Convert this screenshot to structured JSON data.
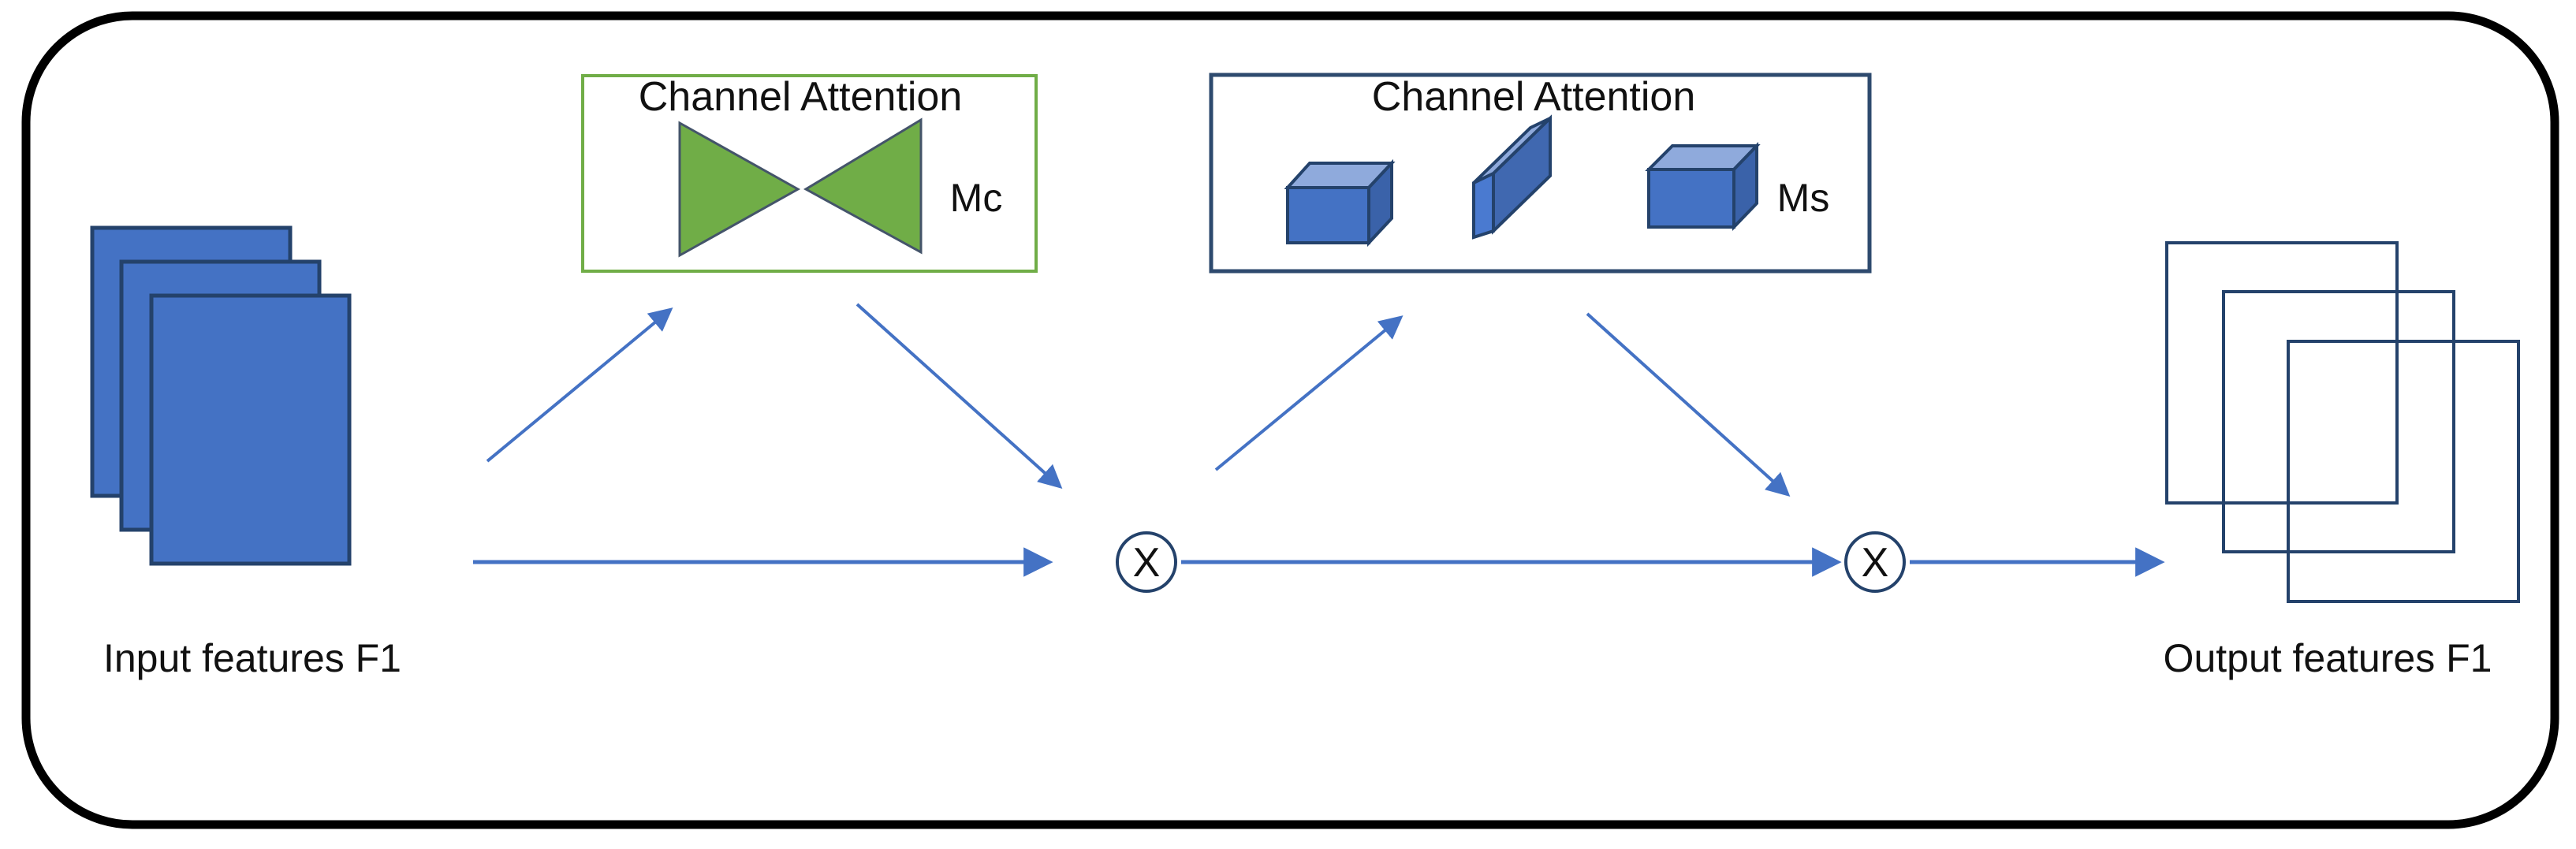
{
  "diagram": {
    "input": {
      "label": "Input features F1"
    },
    "block1": {
      "title": "Channel Attention",
      "map_label": "Mc"
    },
    "block2": {
      "title": "Channel Attention",
      "map_label": "Ms"
    },
    "multiply1": {
      "symbol": "X"
    },
    "multiply2": {
      "symbol": "X"
    },
    "output": {
      "label": "Output features F1"
    },
    "colors": {
      "shape_blue": "#4472c4",
      "shape_blue_light": "#8faadc",
      "shape_blue_dark": "#3a62a9",
      "outline_navy": "#24426b",
      "block2_border_navy": "#2e4a6e",
      "green": "#70ad47",
      "triangle_outline": "#44546a",
      "arrow_blue": "#4472c4",
      "frame_black": "#000000",
      "text_black": "#111111"
    }
  }
}
